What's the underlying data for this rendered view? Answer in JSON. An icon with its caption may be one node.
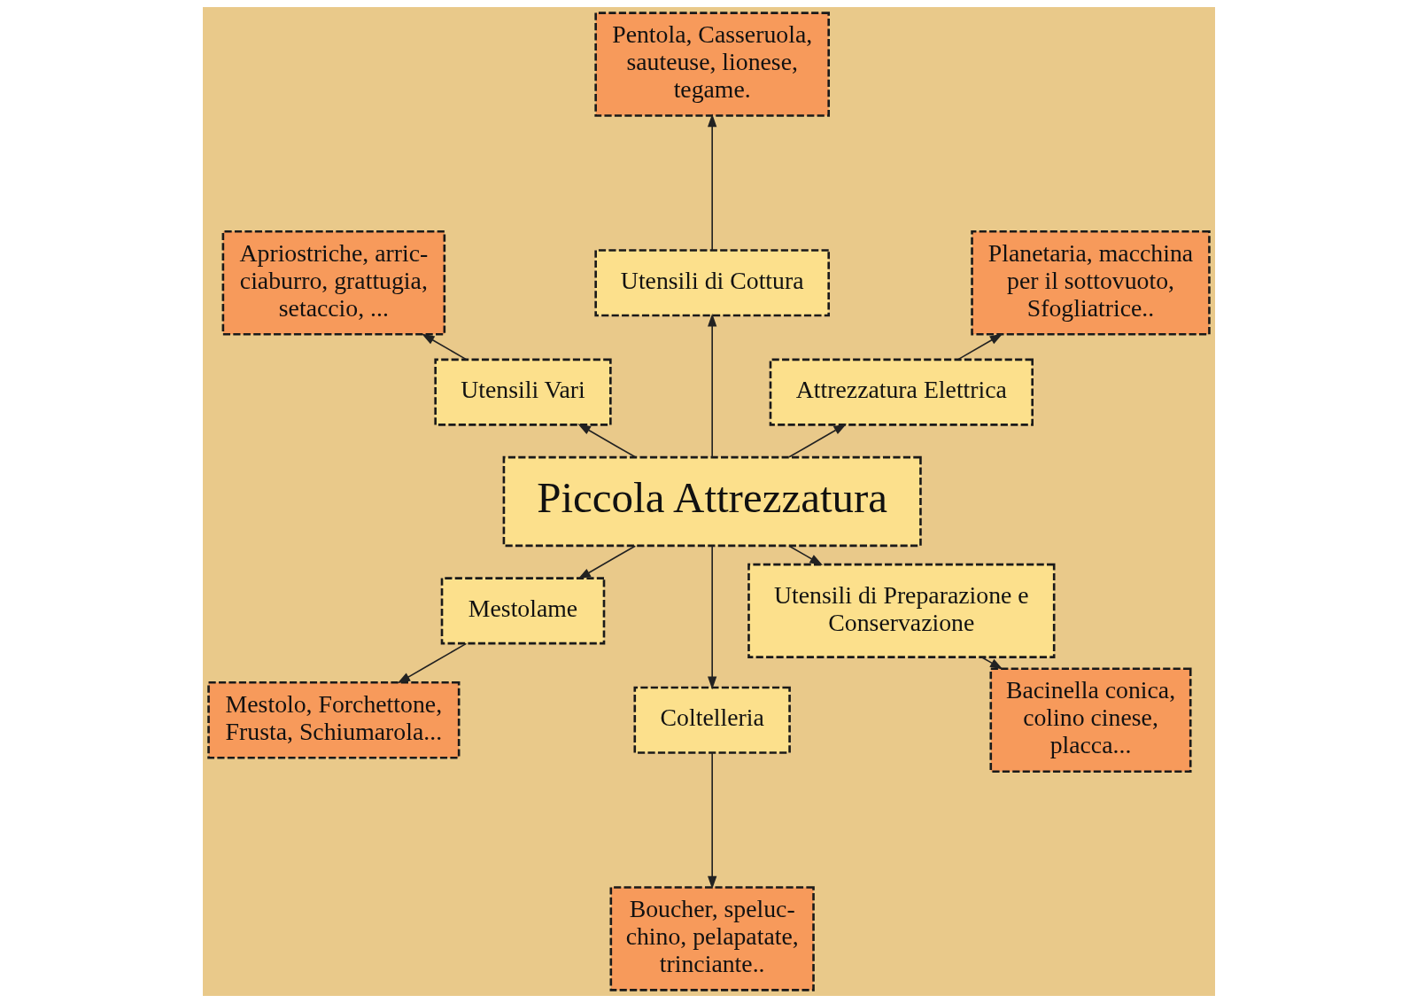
{
  "diagram": {
    "nodes": [
      {
        "text": [
          "Piccola Attrezzatura"
        ]
      },
      {
        "text": [
          "Pentola, Casseruola, sauteuse, lionese, tegame."
        ]
      },
      {
        "text": [
          "Planetaria, macchina per il sottovuoto, Sfogliatrice.."
        ]
      },
      {
        "text": [
          "Apriostriche, arric- ciaburro, grattugia, setaccio, ..."
        ]
      },
      {
        "text": [
          "Attrezzatura Elettrica"
        ]
      },
      {
        "text": [
          "Utensili di Cottura"
        ]
      },
      {
        "text": [
          "Utensili Vari"
        ]
      },
      {
        "text": [
          "Mestolame"
        ]
      },
      {
        "text": [
          "Coltelleria"
        ]
      },
      {
        "text": [
          "Utensili di Preparazione e Conservazione"
        ]
      },
      {
        "text": [
          "Boucher, speluc- chino, pelapatate, trinciante.."
        ]
      },
      {
        "text": [
          "Mestolo, Forchettone, Frusta, Schiumarola..."
        ]
      },
      {
        "text": [
          "Bacinella conica, colino cinese, placca..."
        ]
      }
    ],
    "edges": [
      {
        "from": 0,
        "to": 5,
        "arrow": "to"
      },
      {
        "from": 5,
        "to": 1,
        "arrow": "to"
      },
      {
        "from": 0,
        "to": 4,
        "arrow": "to"
      },
      {
        "from": 4,
        "to": 2,
        "arrow": "to"
      },
      {
        "from": 0,
        "to": 6,
        "arrow": "to"
      },
      {
        "from": 6,
        "to": 3,
        "arrow": "to"
      },
      {
        "from": 0,
        "to": 7,
        "arrow": "to"
      },
      {
        "from": 7,
        "to": 11,
        "arrow": "to"
      },
      {
        "from": 0,
        "to": 9,
        "arrow": "to"
      },
      {
        "from": 9,
        "to": 12,
        "arrow": "to"
      },
      {
        "from": 0,
        "to": 8,
        "arrow": "to"
      },
      {
        "from": 8,
        "to": 10,
        "arrow": "to"
      }
    ]
  }
}
